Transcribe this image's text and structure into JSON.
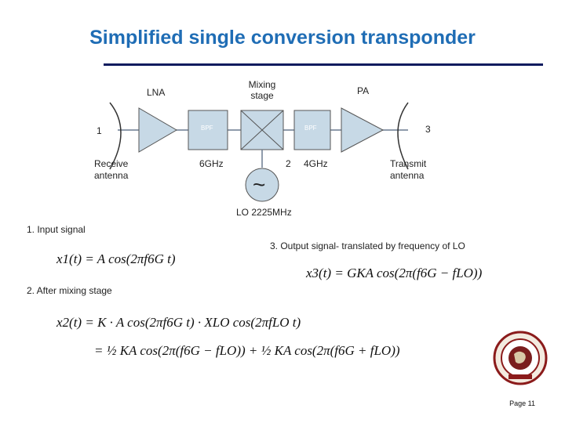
{
  "slide": {
    "title": "Simplified single conversion transponder",
    "page_label": "Page 11"
  },
  "diagram": {
    "lna_label": "LNA",
    "mixing_label_line1": "Mixing",
    "mixing_label_line2": "stage",
    "pa_label": "PA",
    "bpf1_label": "BPF",
    "bpf2_label": "BPF",
    "point1": "1",
    "point2": "2",
    "point3": "3",
    "receive_line1": "Receive",
    "receive_line2": "antenna",
    "transmit_line1": "Transmit",
    "transmit_line2": "antenna",
    "freq_in": "6GHz",
    "freq_out": "4GHz",
    "lo_symbol": "~",
    "lo_label": "LO 2225MHz"
  },
  "notes": {
    "input_signal": "1. Input signal",
    "output_signal": "3. Output signal- translated by frequency of LO",
    "after_mixing": "2. After mixing stage"
  },
  "equations": {
    "eq1": "x1(t) = A cos(2πf6G t)",
    "eq3": "x3(t) = GKA cos(2π(f6G − fLO))",
    "eq2_line1": "x2(t) = K · A cos(2πf6G t) · XLO cos(2πfLO t)",
    "eq2_line2": "= ½ KA cos(2π(f6G − fLO)) + ½ KA cos(2π(f6G + fLO))"
  }
}
